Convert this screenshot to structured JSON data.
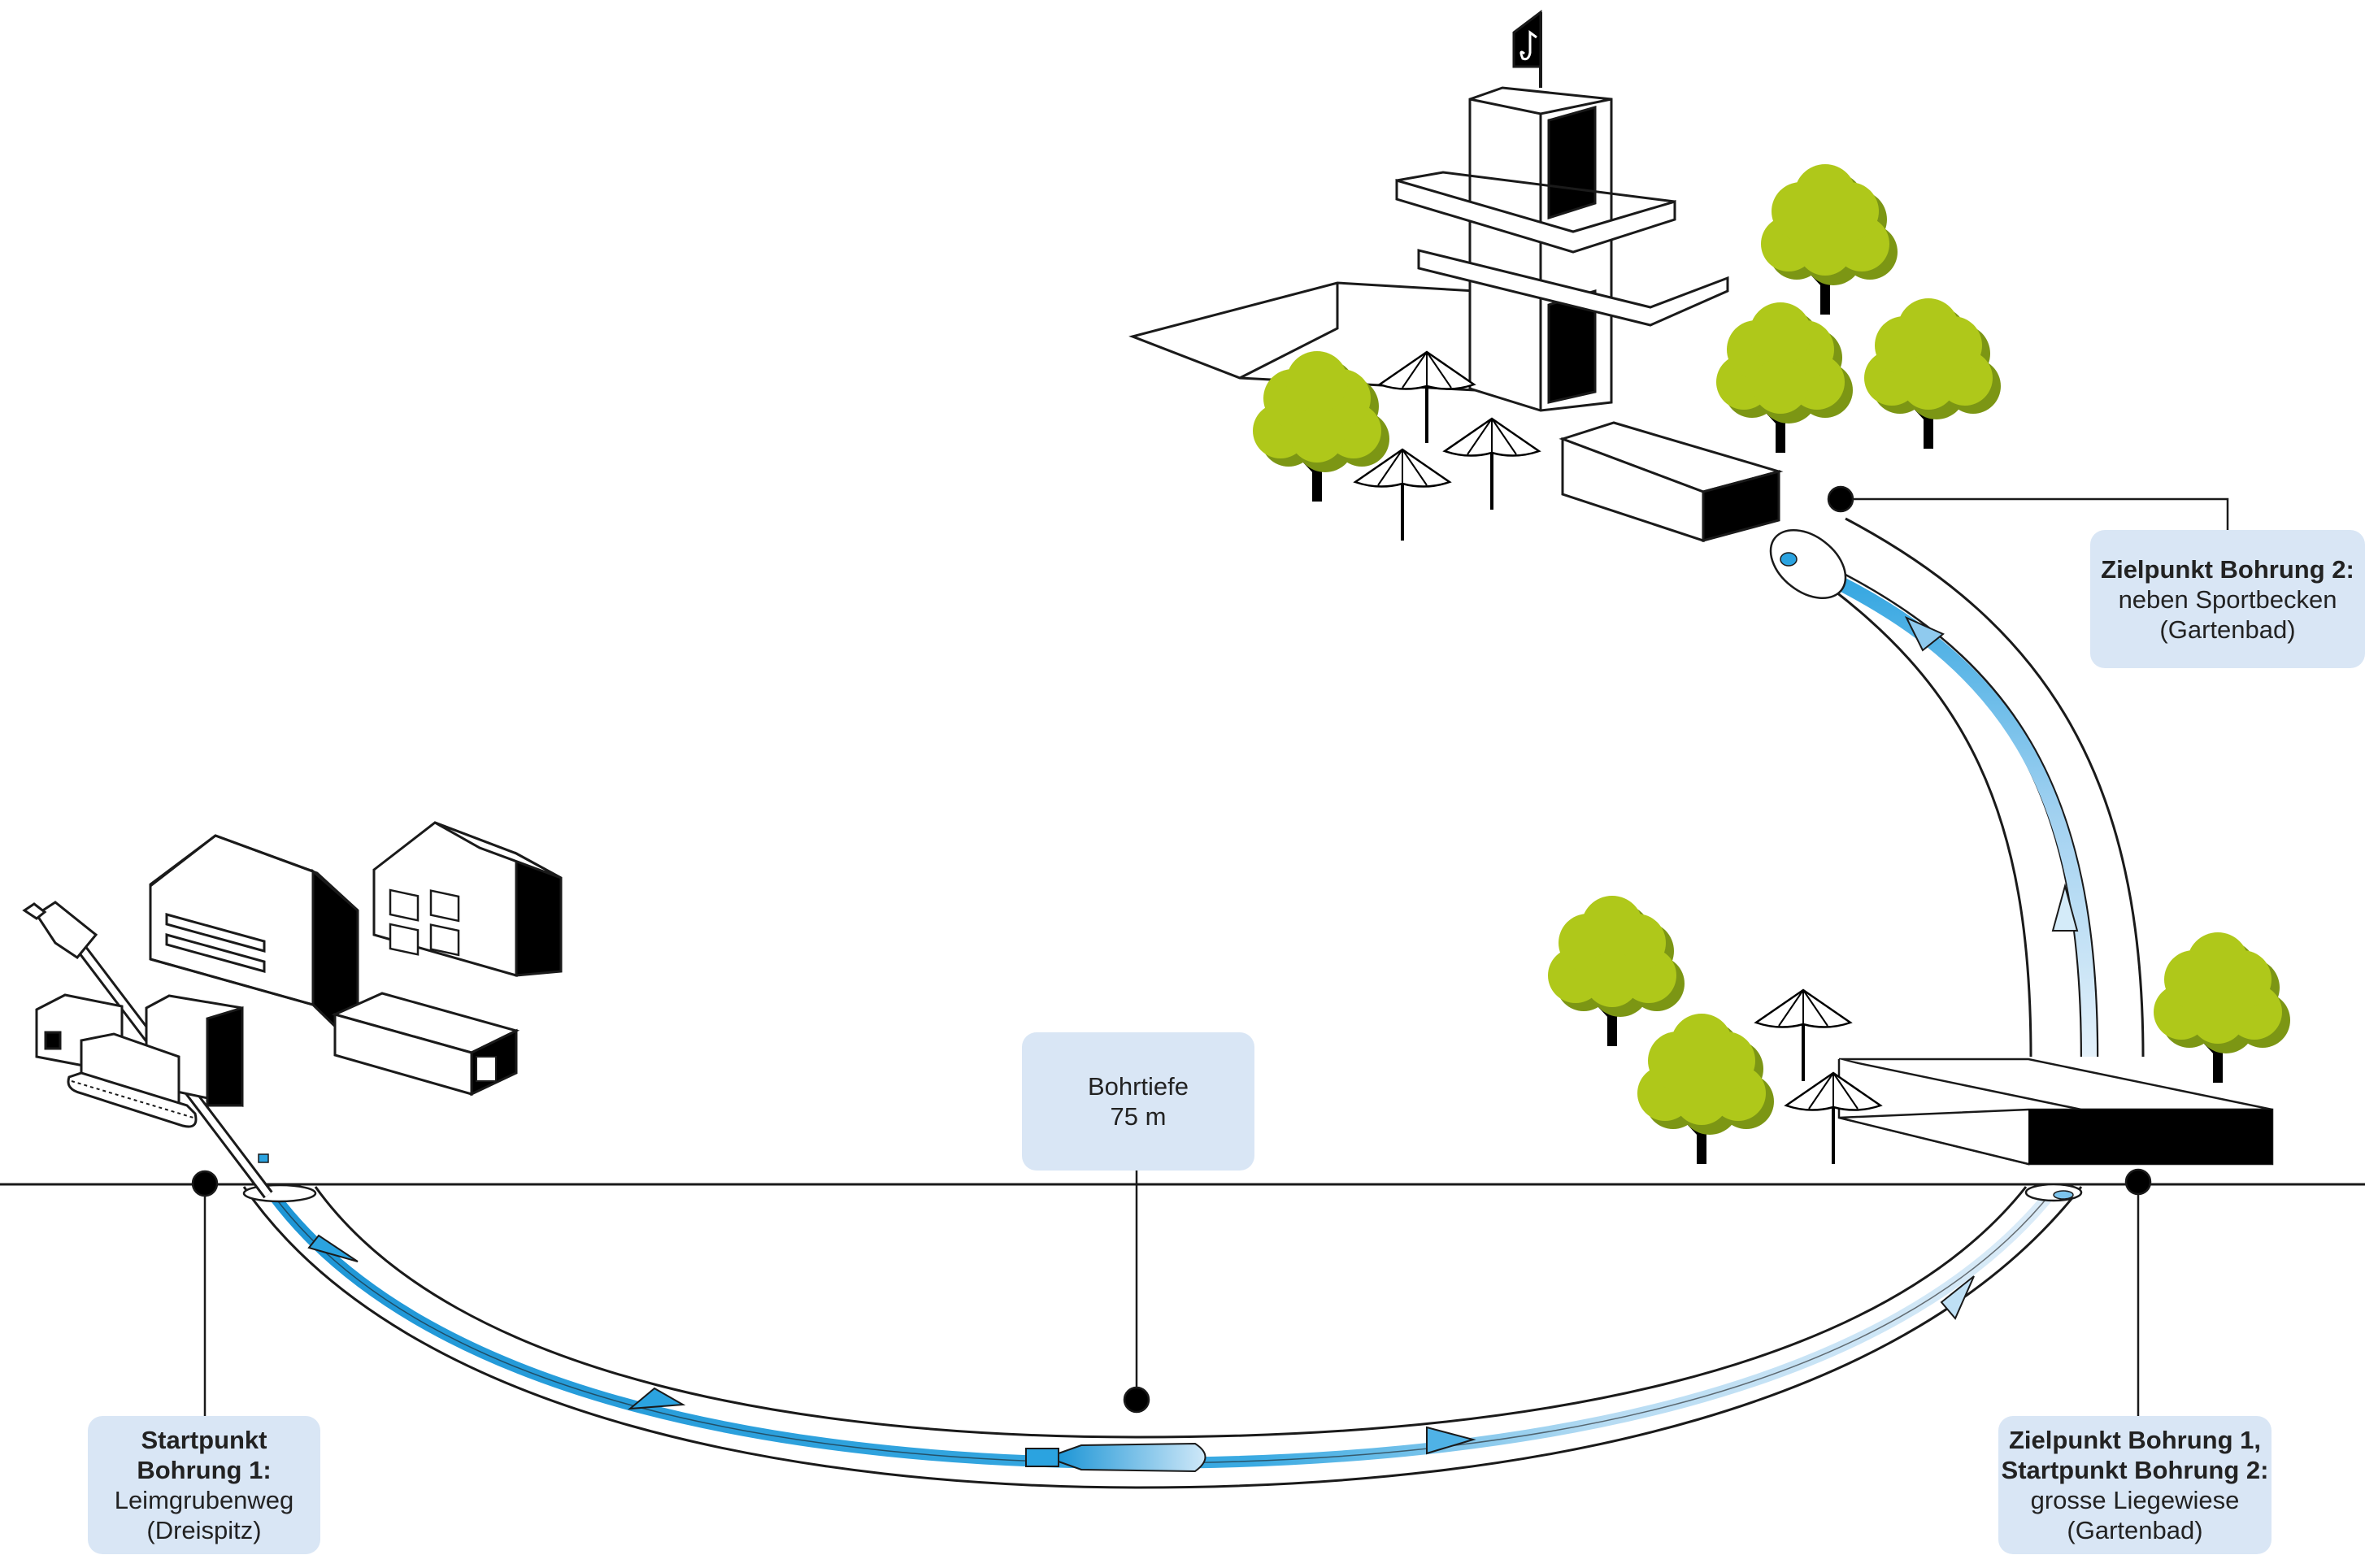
{
  "labels": {
    "start1": {
      "title_line1": "Startpunkt",
      "title_line2": "Bohrung 1:",
      "line1": "Leimgrubenweg",
      "line2": "(Dreispitz)"
    },
    "depth": {
      "line1": "Bohrtiefe",
      "line2": "75 m"
    },
    "target1": {
      "title_line1": "Zielpunkt Bohrung 1,",
      "title_line2": "Startpunkt Bohrung 2:",
      "line1": "grosse Liegewiese",
      "line2": "(Gartenbad)"
    },
    "target2": {
      "title_line1": "Zielpunkt Bohrung 2:",
      "line1": "neben Sportbecken",
      "line2": "(Gartenbad)"
    }
  },
  "colors": {
    "pipe_blue": "#2ba3e0",
    "pipe_light": "#c8e4f6",
    "tree_green": "#afc81a",
    "tree_dark": "#7c9614",
    "label_bg": "#d9e6f5",
    "line": "#1a1a1a"
  },
  "icons": {
    "flag": "music-flag-icon"
  }
}
